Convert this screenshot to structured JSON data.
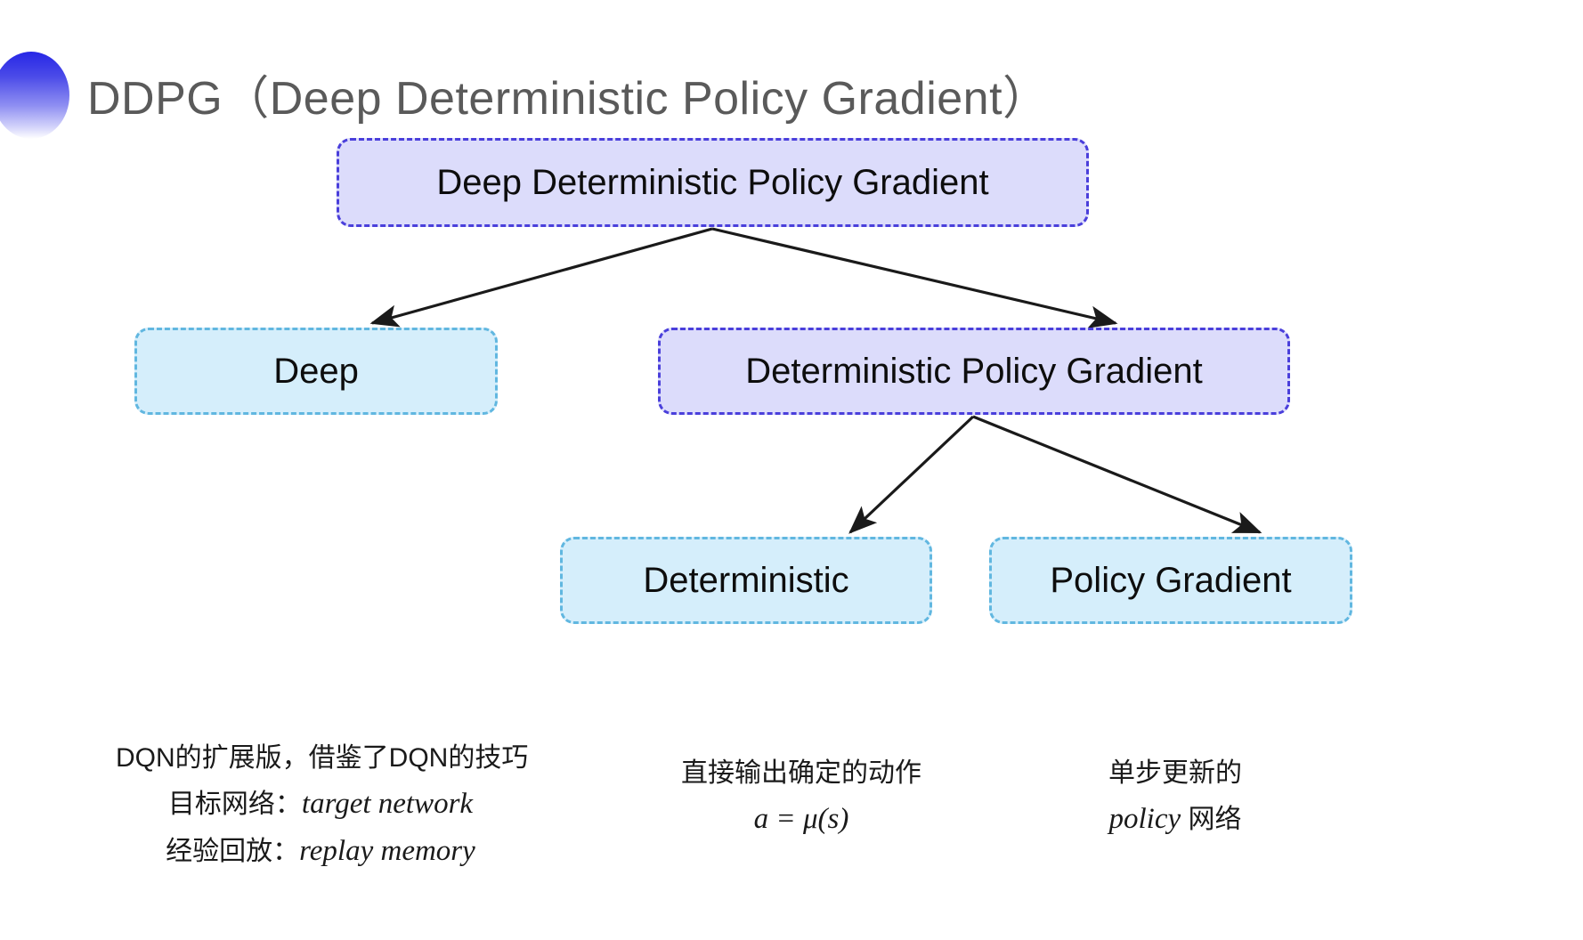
{
  "slide": {
    "title": "DDPG（Deep Deterministic Policy Gradient）",
    "background_color": "#ffffff",
    "decoration": {
      "name": "gradient-half-ellipse",
      "color_start": "#2626e6",
      "color_end": "#ffffff"
    }
  },
  "colors": {
    "purple_fill": "#dcdcfb",
    "purple_border": "#4a3fdb",
    "cyan_fill": "#d5eefb",
    "cyan_border": "#61b7e0",
    "title_text": "#5a5a5a",
    "node_text": "#0d0d0d",
    "arrow": "#1a1a1a"
  },
  "diagram": {
    "type": "tree",
    "nodes": {
      "root": {
        "label": "Deep Deterministic Policy Gradient",
        "style": "purple"
      },
      "deep": {
        "label": "Deep",
        "style": "cyan"
      },
      "dpg": {
        "label": "Deterministic Policy Gradient",
        "style": "purple"
      },
      "deterministic": {
        "label": "Deterministic",
        "style": "cyan"
      },
      "policy_gradient": {
        "label": "Policy Gradient",
        "style": "cyan"
      }
    },
    "edges": [
      {
        "from": "root",
        "to": "deep"
      },
      {
        "from": "root",
        "to": "dpg"
      },
      {
        "from": "dpg",
        "to": "deterministic"
      },
      {
        "from": "dpg",
        "to": "policy_gradient"
      }
    ]
  },
  "annotations": {
    "deep": {
      "line1": "DQN的扩展版，借鉴了DQN的技巧",
      "line2_label": "目标网络：",
      "line2_term": "target network",
      "line3_label": "经验回放：",
      "line3_term": "replay memory"
    },
    "deterministic": {
      "line1": "直接输出确定的动作",
      "formula": "a = μ(s)"
    },
    "policy_gradient": {
      "line1": "单步更新的",
      "line2_term": "policy",
      "line2_suffix": " 网络"
    }
  }
}
